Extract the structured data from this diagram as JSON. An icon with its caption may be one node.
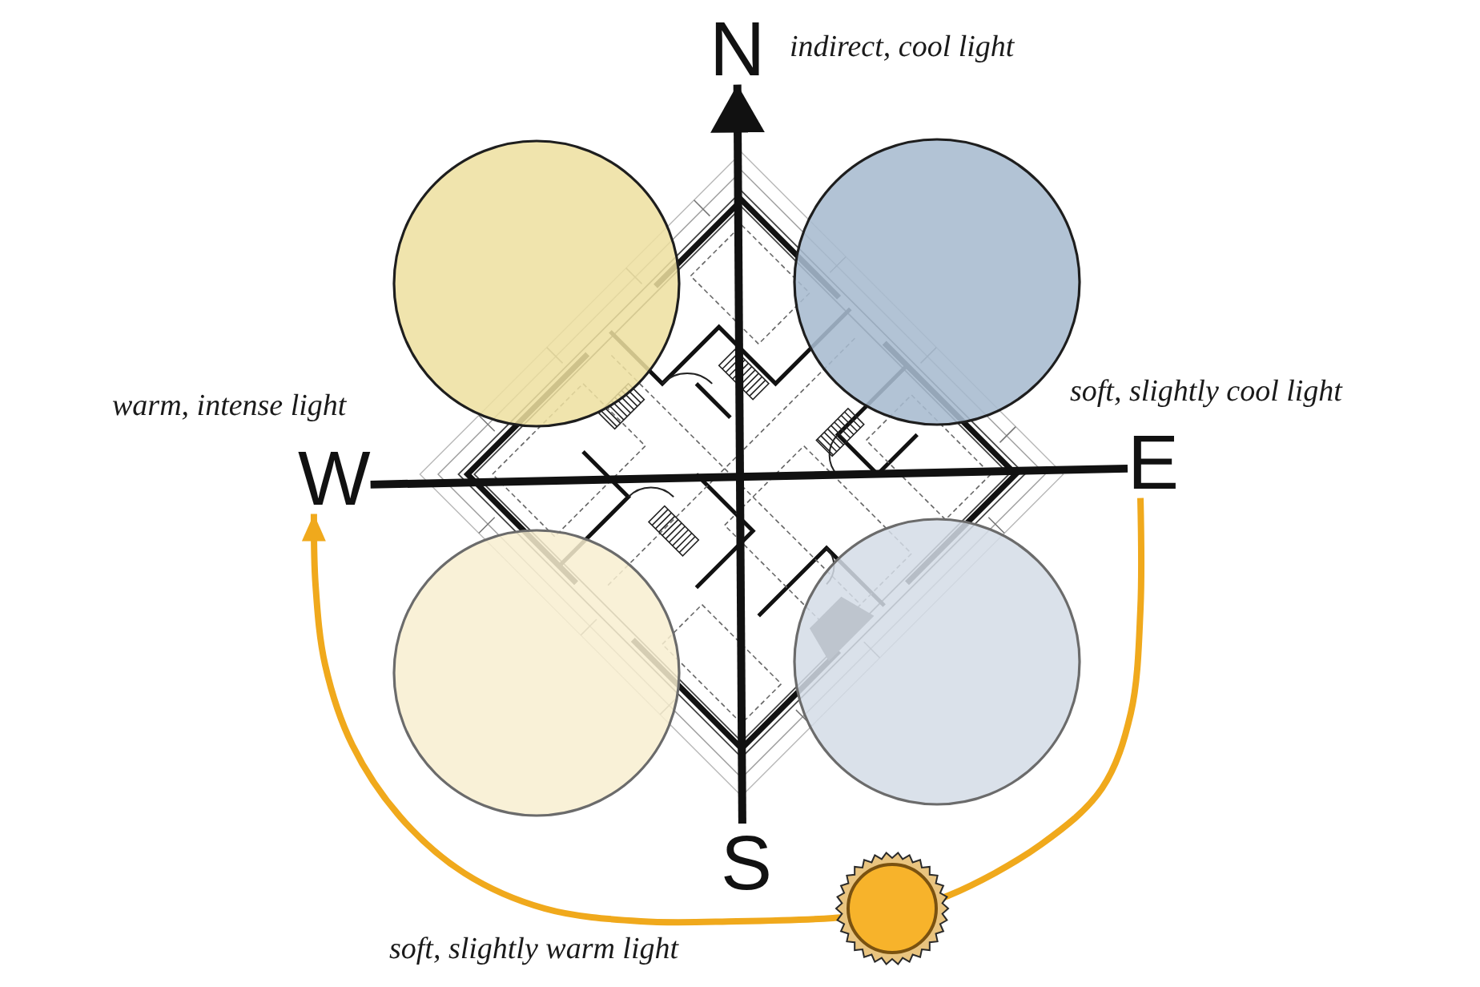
{
  "diagram": {
    "nodes": [
      {
        "text": [
          "N"
        ]
      },
      {
        "text": [
          "W"
        ]
      },
      {
        "text": [
          "E"
        ]
      },
      {
        "text": [
          "S"
        ]
      }
    ],
    "edges": [
      {
        "from": 3,
        "to": 0,
        "arrow": "to"
      },
      {
        "from": 1,
        "to": 2,
        "arrow": "none"
      },
      {
        "from": 2,
        "to": 1,
        "arrow": "to",
        "color": "#f0a91c"
      }
    ],
    "labels": [
      "indirect, cool light",
      "soft, slightly cool light",
      "warm, intense light",
      "soft, slightly warm light"
    ]
  }
}
